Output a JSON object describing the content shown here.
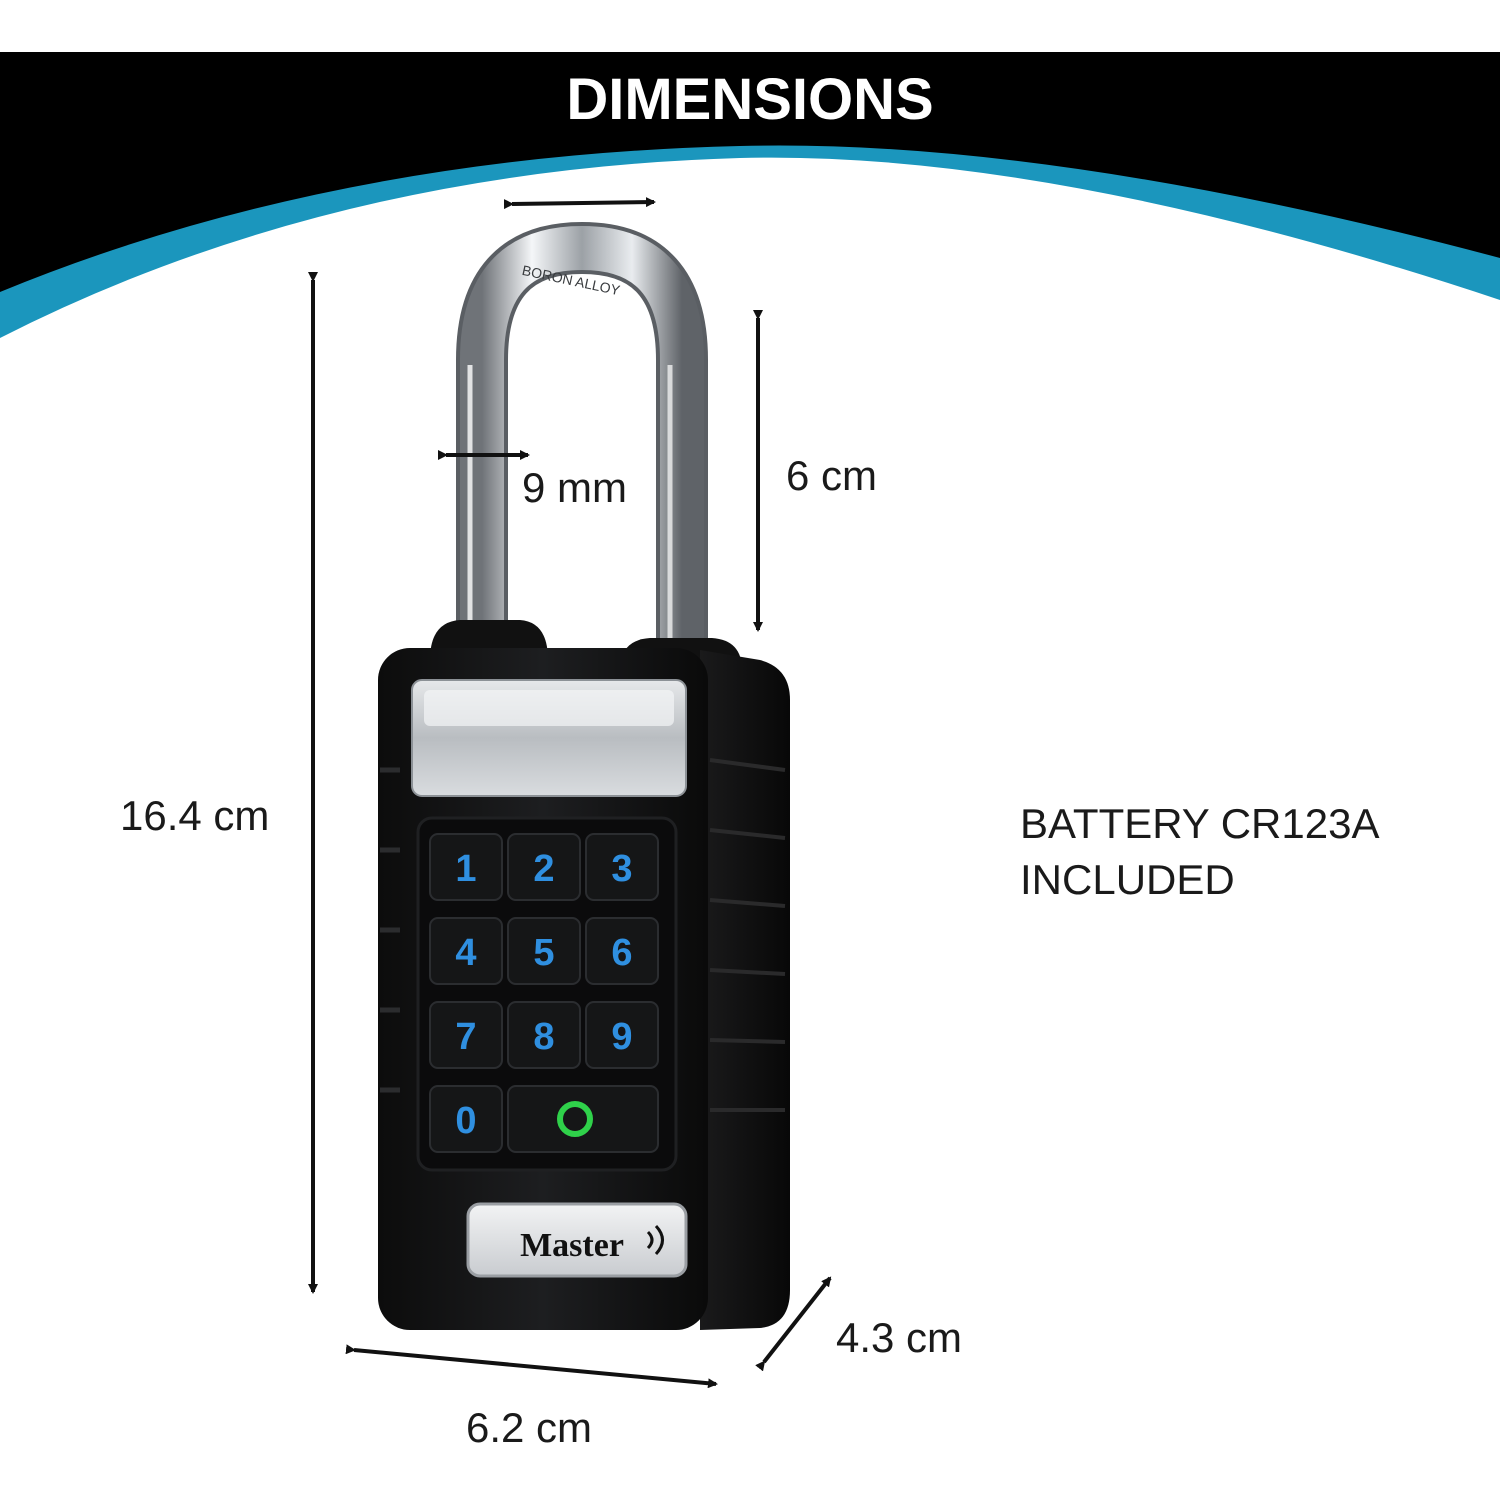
{
  "header": {
    "title": "DIMENSIONS",
    "bar_color": "#000000",
    "accent_color": "#1b96bd"
  },
  "dimensions": {
    "shackle_clearance_width": "",
    "shackle_diameter": "9 mm",
    "shackle_height": "6 cm",
    "total_height": "16.4 cm",
    "depth": "4.3 cm",
    "width": "6.2 cm"
  },
  "note": {
    "line1": "BATTERY CR123A",
    "line2": "INCLUDED"
  },
  "product": {
    "brand": "Master",
    "shackle_engraving": "BORON ALLOY",
    "keypad_keys": [
      "1",
      "2",
      "3",
      "4",
      "5",
      "6",
      "7",
      "8",
      "9",
      "0"
    ],
    "key_glow_color": "#2f8fe0",
    "ok_button_color": "#2fd14a",
    "body_color": "#141414"
  }
}
